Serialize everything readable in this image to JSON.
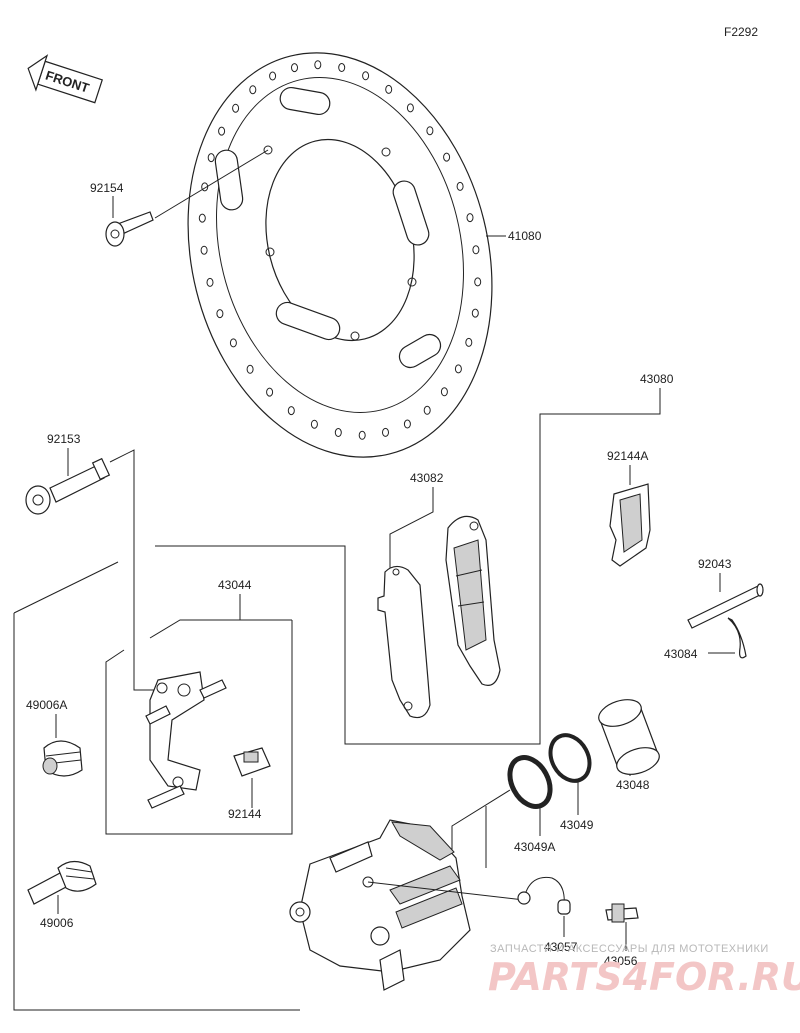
{
  "figure_id": "F2292",
  "front_label": "FRONT",
  "parts": {
    "p92154": "92154",
    "p41080": "41080",
    "p43080": "43080",
    "p92153": "92153",
    "p43082": "43082",
    "p92144A": "92144A",
    "p43044": "43044",
    "p92043": "92043",
    "p43084": "43084",
    "p49006A": "49006A",
    "p92144": "92144",
    "p43048": "43048",
    "p43049": "43049",
    "p43049A": "43049A",
    "p49006": "49006",
    "p43057": "43057",
    "p43056": "43056"
  },
  "watermark": {
    "line1": "ЗАПЧАСТИ И АКСЕССУАРЫ ДЛЯ МОТОТЕХНИКИ",
    "line2": "PARTS4FOR.RU"
  }
}
